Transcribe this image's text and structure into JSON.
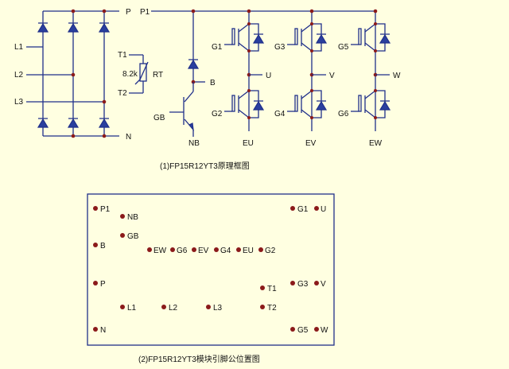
{
  "schematic": {
    "terminals": {
      "P": "P",
      "N": "N",
      "P1": "P1",
      "L1": "L1",
      "L2": "L2",
      "L3": "L3",
      "T1": "T1",
      "T2": "T2",
      "rt_value": "8.2k",
      "RT": "RT",
      "B": "B",
      "GB": "GB",
      "NB": "NB",
      "U": "U",
      "V": "V",
      "W": "W",
      "G1": "G1",
      "G2": "G2",
      "G3": "G3",
      "G4": "G4",
      "G5": "G5",
      "G6": "G6",
      "EU": "EU",
      "EV": "EV",
      "EW": "EW"
    },
    "caption": "(1)FP15R12YT3原理框图"
  },
  "pinout": {
    "pins": [
      "P1",
      "NB",
      "GB",
      "B",
      "EW",
      "G6",
      "EV",
      "G4",
      "EU",
      "G2",
      "P",
      "T1",
      "L1",
      "L2",
      "L3",
      "T2",
      "N",
      "G1",
      "U",
      "G3",
      "V",
      "G5",
      "W"
    ],
    "caption": "(2)FP15R12YT3模块引脚公位置图"
  },
  "colors": {
    "background": "#ffffe1",
    "wire": "#1f2f8a",
    "node": "#8b1a1a"
  }
}
